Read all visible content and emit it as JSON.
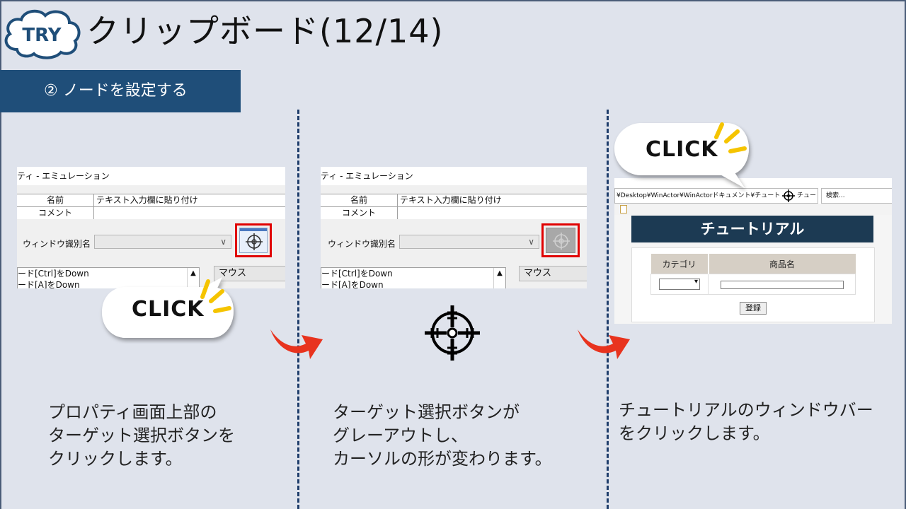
{
  "badge": {
    "label": "TRY"
  },
  "title": "クリップボード(12/14)",
  "step": "② ノードを設定する",
  "panel1": {
    "window_title": "ティ - エミュレーション",
    "name_label": "名前",
    "name_value": "テキスト入力欄に貼り付け",
    "comment_label": "コメント",
    "window_label": "ウィンドウ識別名",
    "list_lines": [
      "ード[Ctrl]をDown",
      "ード[A]をDown"
    ],
    "mouse_label": "マウス",
    "click_label": "CLICK",
    "caption": [
      "プロパティ画面上部の",
      "ターゲット選択ボタンを",
      "クリックします。"
    ]
  },
  "panel2": {
    "window_title": "ティ - エミュレーション",
    "name_label": "名前",
    "name_value": "テキスト入力欄に貼り付け",
    "comment_label": "コメント",
    "window_label": "ウィンドウ識別名",
    "list_lines": [
      "ード[Ctrl]をDown",
      "ード[A]をDown"
    ],
    "mouse_label": "マウス",
    "caption": [
      "ターゲット選択ボタンが",
      "グレーアウトし、",
      "カーソルの形が変わります。"
    ]
  },
  "panel3": {
    "click_label": "CLICK",
    "address_before": "¥Desktop¥WinActor¥WinActorドキュメント¥チュート",
    "address_after": "チュートリアル.ht",
    "address_controls": "▾ ↻",
    "search_placeholder": "検索...",
    "banner": "チュートリアル",
    "col_category": "カテゴリ",
    "col_product": "商品名",
    "register_button": "登録",
    "caption": [
      "チュートリアルのウィンドウバー",
      "をクリックします。"
    ]
  },
  "colors": {
    "background": "#dfe3ec",
    "step_band": "#1f4e79",
    "divider": "#1f3d6b",
    "arrow": "#e8331e",
    "highlight": "#e00000",
    "click_accent": "#f5c400"
  }
}
